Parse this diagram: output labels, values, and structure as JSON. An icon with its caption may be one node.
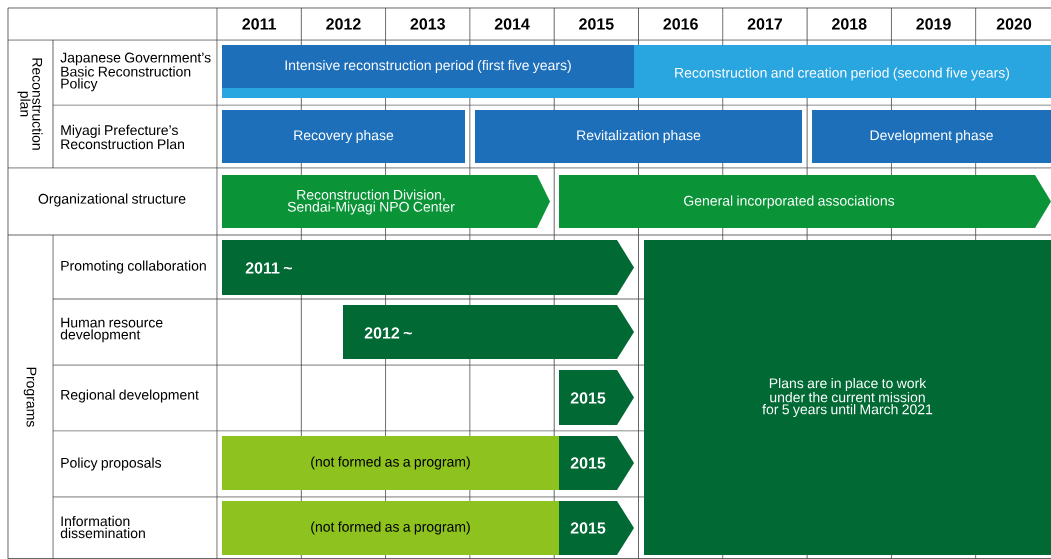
{
  "diagram": {
    "nodes": [
      {
        "text": [
          "Reconstruction and creation period (second five years)"
        ]
      },
      {
        "text": [
          "Intensive reconstruction period (first five years)"
        ],
        "in": 0
      },
      {
        "text": [
          "Recovery phase"
        ]
      },
      {
        "text": [
          "Revitalization phase"
        ]
      },
      {
        "text": [
          "Development phase"
        ]
      },
      {
        "text": [
          "Reconstruction Division, Sendai-Miyagi NPO Center"
        ]
      },
      {
        "text": [
          "General incorporated associations"
        ]
      },
      {
        "text": [
          "2011 ~"
        ]
      },
      {
        "text": [
          "2012 ~"
        ]
      },
      {
        "text": [
          "2015"
        ]
      },
      {
        "text": [
          "(not formed as a program)"
        ]
      },
      {
        "text": [
          "2015"
        ]
      },
      {
        "text": [
          "(not formed as a program)"
        ]
      },
      {
        "text": [
          "2015"
        ]
      },
      {
        "text": [
          "Plans are in place to work under the current mission for 5 years until March 2021"
        ]
      }
    ],
    "labels": [
      "2011",
      "2012",
      "2013",
      "2014",
      "2015",
      "2016",
      "2017",
      "2018",
      "2019",
      "2020",
      "Reconstruction plan",
      "Japanese Government’s Basic Reconstruction Policy",
      "Miyagi Prefecture’s Reconstruction Plan",
      "Organizational structure",
      "Programs",
      "Promoting collaboration",
      "Human resource development",
      "Regional development",
      "Policy proposals",
      "Information dissemination"
    ]
  }
}
